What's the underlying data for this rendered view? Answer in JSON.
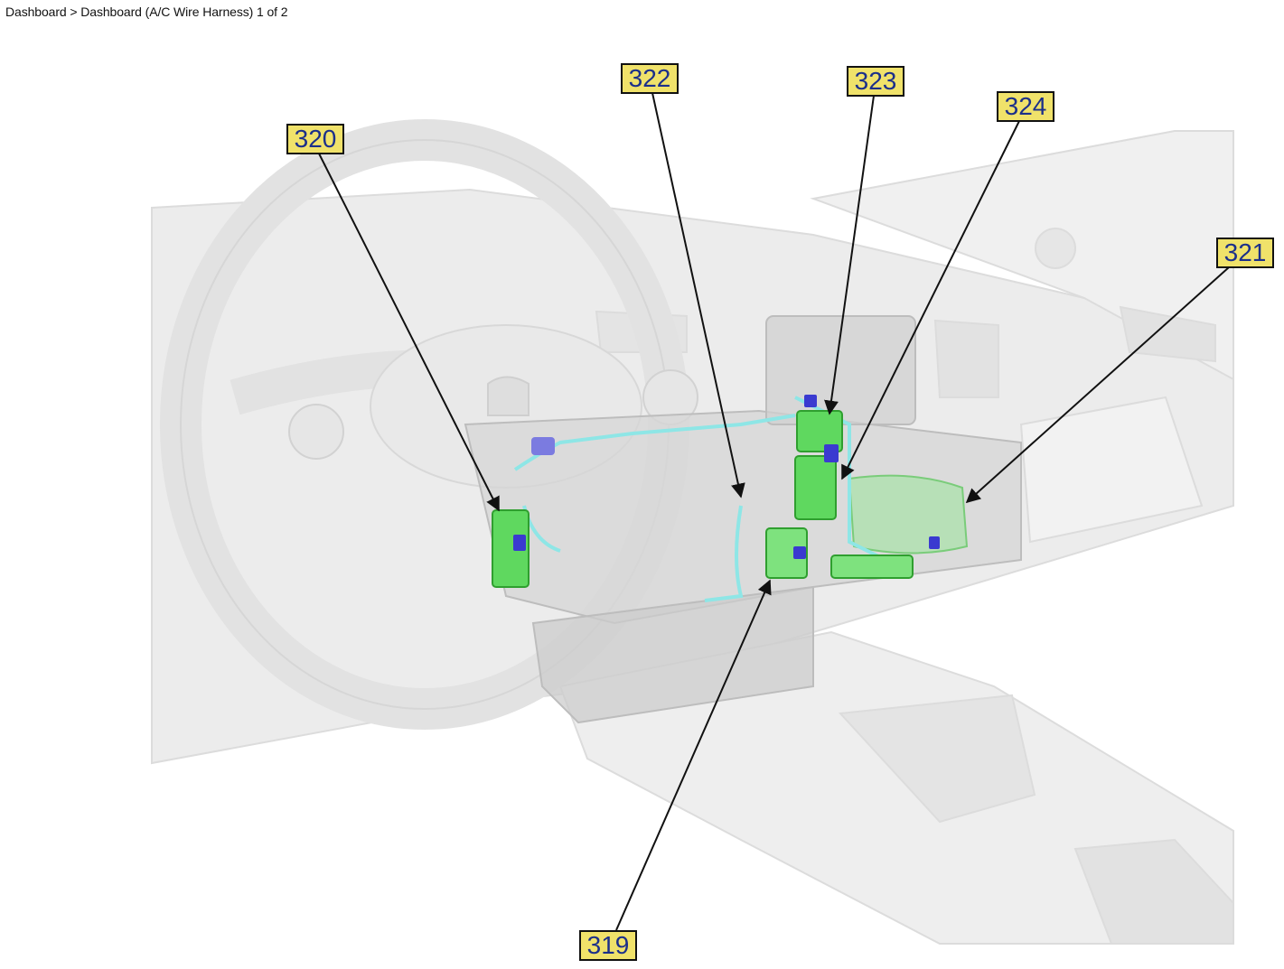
{
  "breadcrumb": {
    "root": "Dashboard",
    "separator": ">",
    "current": "Dashboard (A/C Wire Harness) 1 of 2"
  },
  "callouts": {
    "c319": "319",
    "c320": "320",
    "c321": "321",
    "c322": "322",
    "c323": "323",
    "c324": "324"
  },
  "colors": {
    "callout_fill": "#f0e26a",
    "callout_text": "#1b2f8a",
    "harness_green": "#4fd84f",
    "harness_blue": "#3a3ad0",
    "harness_cyan": "#8ee6e6",
    "dashboard_ghost": "#e6e6e6"
  }
}
